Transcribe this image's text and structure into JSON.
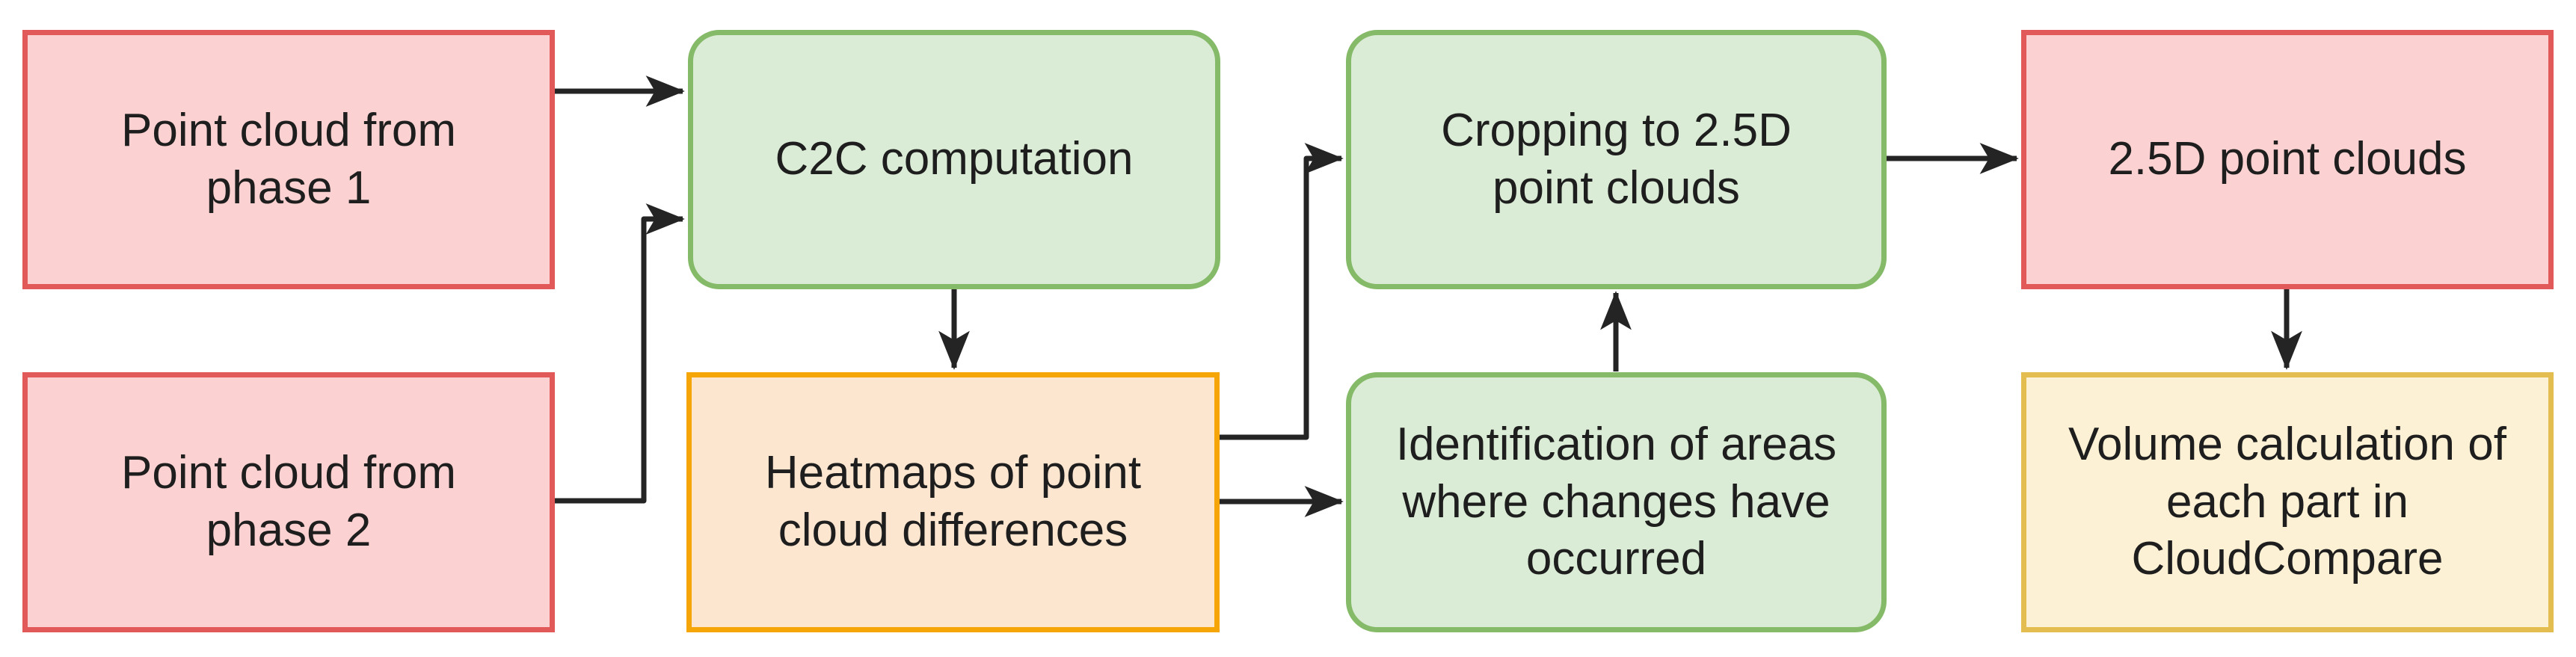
{
  "diagram": {
    "type": "flowchart",
    "background": "#ffffff",
    "arrow_color": "#242424",
    "palette": {
      "pink_fill": "#fbd2d1",
      "pink_border": "#e15a59",
      "green_fill": "#dbecd6",
      "green_border": "#85ba68",
      "orange_fill": "#fce6d0",
      "orange_border": "#f5a506",
      "yellow_fill": "#fcf1d4",
      "yellow_border": "#e3bd4f"
    },
    "nodes": [
      {
        "id": "phase1",
        "label": "Point cloud from\nphase 1",
        "shape": "rectangle",
        "color": "pink"
      },
      {
        "id": "phase2",
        "label": "Point cloud from\nphase 2",
        "shape": "rectangle",
        "color": "pink"
      },
      {
        "id": "c2c",
        "label": "C2C computation",
        "shape": "rounded-rectangle",
        "color": "green"
      },
      {
        "id": "heatmaps",
        "label": "Heatmaps of point\ncloud differences",
        "shape": "rectangle",
        "color": "orange"
      },
      {
        "id": "cropping",
        "label": "Cropping to 2.5D\npoint clouds",
        "shape": "rounded-rectangle",
        "color": "green"
      },
      {
        "id": "identification",
        "label": "Identification of areas\nwhere changes have\noccurred",
        "shape": "rounded-rectangle",
        "color": "green"
      },
      {
        "id": "pc25d",
        "label": "2.5D point clouds",
        "shape": "rectangle",
        "color": "pink"
      },
      {
        "id": "volume",
        "label": "Volume calculation of\neach part in\nCloudCompare",
        "shape": "rectangle",
        "color": "yellow"
      }
    ],
    "edges": [
      {
        "from": "phase1",
        "to": "c2c"
      },
      {
        "from": "phase2",
        "to": "c2c"
      },
      {
        "from": "c2c",
        "to": "heatmaps"
      },
      {
        "from": "heatmaps",
        "to": "cropping"
      },
      {
        "from": "heatmaps",
        "to": "identification"
      },
      {
        "from": "identification",
        "to": "cropping"
      },
      {
        "from": "cropping",
        "to": "pc25d"
      },
      {
        "from": "pc25d",
        "to": "volume"
      }
    ]
  }
}
